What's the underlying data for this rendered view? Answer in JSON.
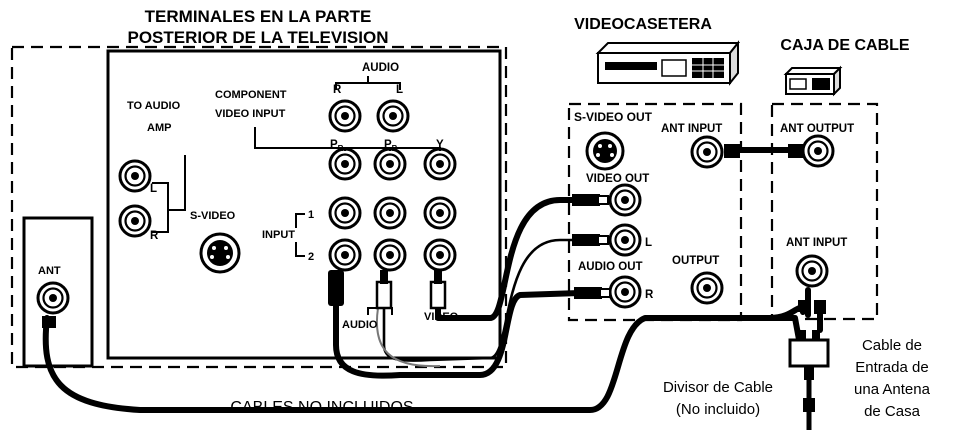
{
  "tv": {
    "title_line1": "TERMINALES EN LA PARTE",
    "title_line2": "POSTERIOR DE LA TELEVISION",
    "audio_header": "AUDIO",
    "audio_r": "R",
    "audio_l": "L",
    "component_line1": "COMPONENT",
    "component_line2": "VIDEO INPUT",
    "to_audio_amp_line1": "TO AUDIO",
    "to_audio_amp_line2": "AMP",
    "amp_l": "L",
    "amp_r": "R",
    "s_video": "S-VIDEO",
    "pr": "P",
    "pr_sub": "R",
    "pb": "P",
    "pb_sub": "B",
    "y": "Y",
    "input": "INPUT",
    "input_1": "1",
    "input_2": "2",
    "plug_audio": "AUDIO",
    "plug_video": "VIDEO"
  },
  "antenna": {
    "ant": "ANT"
  },
  "vcr": {
    "title": "VIDEOCASETERA",
    "s_video_out": "S-VIDEO OUT",
    "ant_input": "ANT INPUT",
    "video_out": "VIDEO OUT",
    "l": "L",
    "audio_out": "AUDIO OUT",
    "r": "R",
    "output": "OUTPUT"
  },
  "cable_box": {
    "title": "CAJA DE CABLE",
    "ant_output": "ANT OUTPUT",
    "ant_input": "ANT INPUT"
  },
  "splitter": {
    "line1": "Divisor de Cable",
    "line2": "(No incluido)"
  },
  "home_antenna": {
    "line1": "Cable de",
    "line2": "Entrada de",
    "line3": "una Antena",
    "line4": "de Casa"
  },
  "footer": {
    "cables_not_included": "CABLES NO INCLUIDOS"
  }
}
